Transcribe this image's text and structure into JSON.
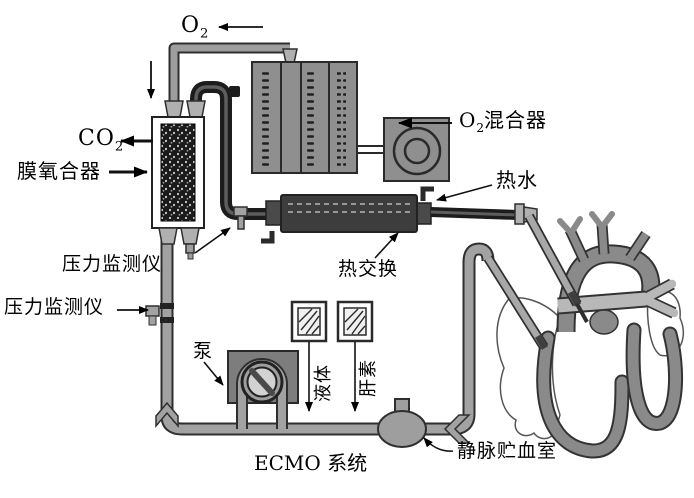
{
  "system_title": "ECMO 系统",
  "labels": {
    "o2_supply": {
      "base": "O",
      "sub": "2"
    },
    "co2_out": {
      "base": "CO",
      "sub": "2"
    },
    "membrane_oxygenator": "膜氧合器",
    "o2_mixer": {
      "base": "O",
      "sub": "2",
      "rest": "混合器"
    },
    "hot_water": "热水",
    "pressure_monitor_upper": "压力监测仪",
    "heat_exchange": "热交换",
    "pressure_monitor_left": "压力监测仪",
    "pump": "泵",
    "liquid": "液体",
    "heparin": "肝素",
    "venous_reservoir": "静脉贮血室"
  },
  "colors": {
    "background": "#ffffff",
    "tube_fill": "#a2a2a2",
    "tube_outline": "#2f2f2f",
    "dark_tube": "#1c1c1c",
    "equipment_box": "#8f8f8f",
    "heat_exchanger": "#3d3d3d",
    "heart_dark": "#8a8a8a",
    "heart_light": "#b8b8b8",
    "text": "#000000"
  }
}
